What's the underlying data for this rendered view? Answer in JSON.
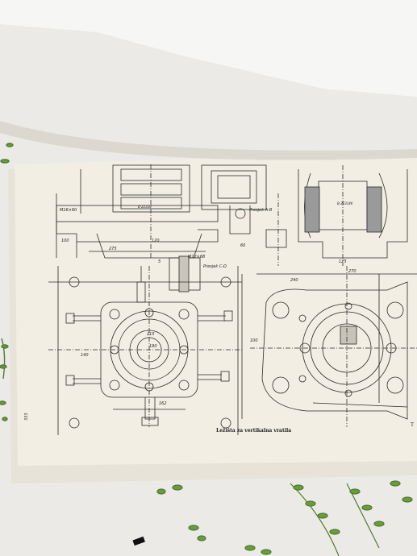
{
  "scene": {
    "description_hidden": "",
    "colors": {
      "table": "#ecebe8",
      "paper": "#f1ede2",
      "ink": "#2b2b2b",
      "shadow": "#d6d3cc",
      "plant_green": "#5f8a3a"
    }
  },
  "drawing": {
    "caption": "Ležišta za vertikalna vratila",
    "section_ab": "Presjek A-B",
    "section_cd": "Presjek C-D",
    "thread_label": "M12×68",
    "thread_label_left": "M16×60",
    "page_number": "333",
    "edge_letter": "T",
    "bearing_label_1": "B-22310",
    "bearing_label_2": "B-22314K",
    "dims": {
      "d_190": "190",
      "d_215": "215",
      "d_162": "162",
      "d_140": "140",
      "d_120": "120",
      "d_275": "275",
      "d_100": "100",
      "d_240": "240",
      "d_270": "270",
      "d_125": "125",
      "d_60": "60",
      "d_5": "5"
    }
  }
}
